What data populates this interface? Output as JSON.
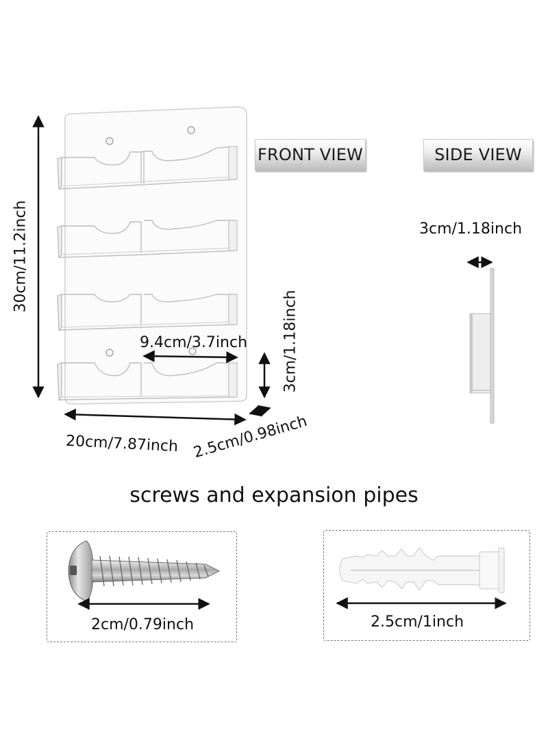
{
  "labels": {
    "front_view": "FRONT VIEW",
    "side_view": "SIDE VIEW",
    "height": "30cm/11.2inch",
    "width": "20cm/7.87inch",
    "depth": "2.5cm/0.98inch",
    "pocket_width": "9.4cm/3.7inch",
    "pocket_height": "3cm/1.18inch",
    "side_depth": "3cm/1.18inch",
    "section_title": "screws and expansion pipes",
    "screw_length": "2cm/0.79inch",
    "anchor_length": "2.5cm/1inch"
  },
  "colors": {
    "acrylic_edge": "#c9c9c9",
    "arrow": "#111111",
    "screw_metal": "#b8b8b8"
  },
  "icons": {
    "holder": "acrylic-card-holder-illustration",
    "side": "side-profile-illustration",
    "screw": "screw-icon",
    "anchor": "expansion-anchor-icon"
  }
}
